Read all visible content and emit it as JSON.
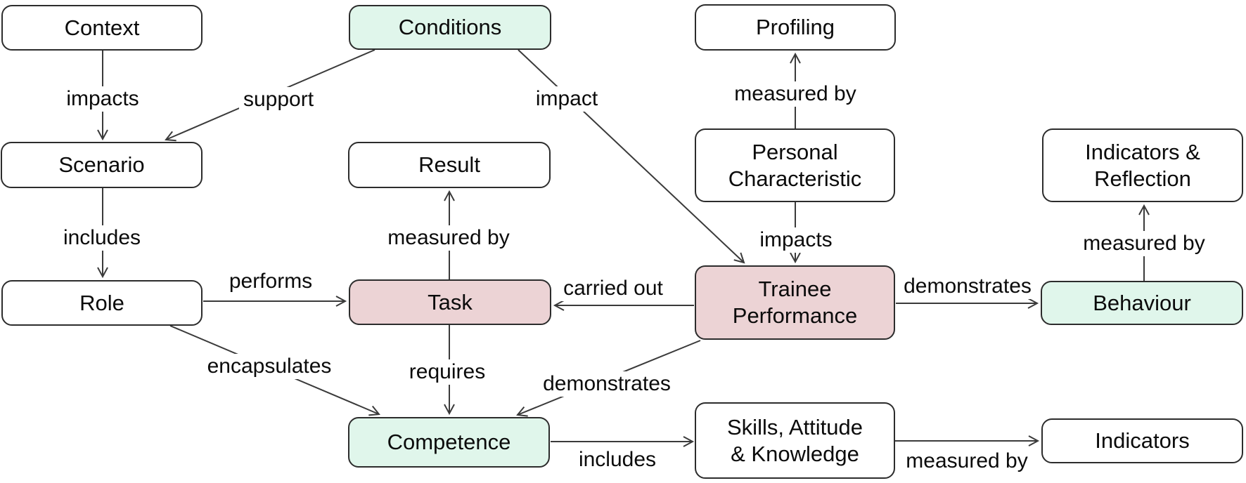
{
  "diagram": {
    "background": "#ffffff",
    "colors": {
      "node_white": "#ffffff",
      "node_green": "#e0f6eb",
      "node_pink": "#ecd3d5",
      "node_border": "#2c2c2c",
      "edge_line": "#3a3a3a",
      "text": "#0b0b0b"
    },
    "nodes": {
      "context": {
        "label": "Context",
        "fill": "white"
      },
      "conditions": {
        "label": "Conditions",
        "fill": "green"
      },
      "profiling": {
        "label": "Profiling",
        "fill": "white"
      },
      "scenario": {
        "label": "Scenario",
        "fill": "white"
      },
      "result": {
        "label": "Result",
        "fill": "white"
      },
      "personal_characteristic": {
        "label": "Personal\nCharacteristic",
        "fill": "white"
      },
      "indicators_reflection": {
        "label": "Indicators &\nReflection",
        "fill": "white"
      },
      "role": {
        "label": "Role",
        "fill": "white"
      },
      "task": {
        "label": "Task",
        "fill": "pink"
      },
      "trainee_performance": {
        "label": "Trainee\nPerformance",
        "fill": "pink"
      },
      "behaviour": {
        "label": "Behaviour",
        "fill": "green"
      },
      "competence": {
        "label": "Competence",
        "fill": "green"
      },
      "skills_attitude_knowledge": {
        "label": "Skills, Attitude\n& Knowledge",
        "fill": "white"
      },
      "indicators": {
        "label": "Indicators",
        "fill": "white"
      }
    },
    "edges": {
      "impacts_scenario": {
        "label": "impacts",
        "from": "context",
        "to": "scenario"
      },
      "support": {
        "label": "support",
        "from": "conditions",
        "to": "scenario"
      },
      "impact": {
        "label": "impact",
        "from": "conditions",
        "to": "trainee_performance"
      },
      "measured_by_profiling": {
        "label": "measured by",
        "from": "personal_characteristic",
        "to": "profiling"
      },
      "includes_role": {
        "label": "includes",
        "from": "scenario",
        "to": "role"
      },
      "measured_by_result": {
        "label": "measured by",
        "from": "task",
        "to": "result"
      },
      "impacts_tp": {
        "label": "impacts",
        "from": "personal_characteristic",
        "to": "trainee_performance"
      },
      "measured_by_reflection": {
        "label": "measured by",
        "from": "behaviour",
        "to": "indicators_reflection"
      },
      "performs": {
        "label": "performs",
        "from": "role",
        "to": "task"
      },
      "carried_out": {
        "label": "carried out",
        "from": "trainee_performance",
        "to": "task"
      },
      "demonstrates_behaviour": {
        "label": "demonstrates",
        "from": "trainee_performance",
        "to": "behaviour"
      },
      "encapsulates": {
        "label": "encapsulates",
        "from": "role",
        "to": "competence"
      },
      "requires": {
        "label": "requires",
        "from": "task",
        "to": "competence"
      },
      "demonstrates_competence": {
        "label": "demonstrates",
        "from": "trainee_performance",
        "to": "competence"
      },
      "includes_sak": {
        "label": "includes",
        "from": "competence",
        "to": "skills_attitude_knowledge"
      },
      "measured_by_indicators": {
        "label": "measured by",
        "from": "skills_attitude_knowledge",
        "to": "indicators"
      }
    }
  }
}
